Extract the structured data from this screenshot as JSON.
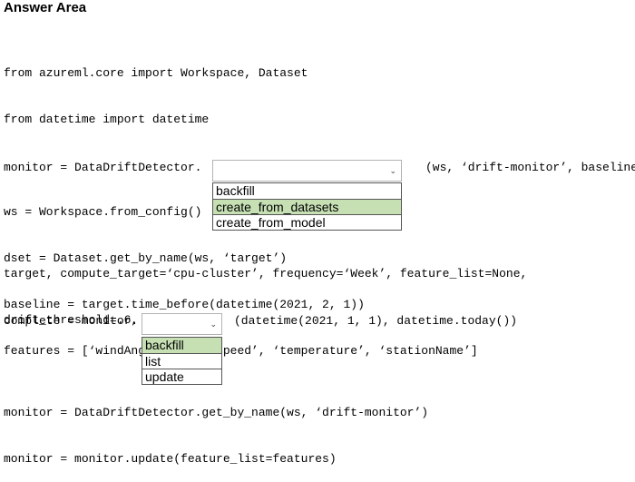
{
  "title": "Answer Area",
  "lines": [
    "from azureml.core import Workspace, Dataset",
    "from datetime import datetime",
    "",
    "ws = Workspace.from_config()",
    "dset = Dataset.get_by_name(ws, ‘target’)",
    "baseline = target.time_before(datetime(2021, 2, 1))",
    "features = [‘windAngle’, ‘windSpeed’, ‘temperature’, ‘stationName’]"
  ],
  "monitor_line_prefix": "monitor = DataDriftDetector.",
  "monitor_line_suffix": "(ws, ‘drift-monitor’, baseline,",
  "dropdown1": {
    "options": [
      "backfill",
      "create_from_datasets",
      "create_from_model"
    ],
    "selected": "create_from_datasets"
  },
  "lines2": [
    "target, compute_target=‘cpu-cluster’, frequency=‘Week’, feature_list=None,",
    "drift_threshold=.6, latency=24)",
    "",
    "monitor = DataDriftDetector.get_by_name(ws, ‘drift-monitor’)",
    "monitor = monitor.update(feature_list=features)"
  ],
  "complete_line_prefix": "complete = monitor.",
  "complete_line_suffix": "(datetime(2021, 1, 1), datetime.today())",
  "dropdown2": {
    "options": [
      "backfill",
      "list",
      "update"
    ],
    "selected": "backfill"
  }
}
